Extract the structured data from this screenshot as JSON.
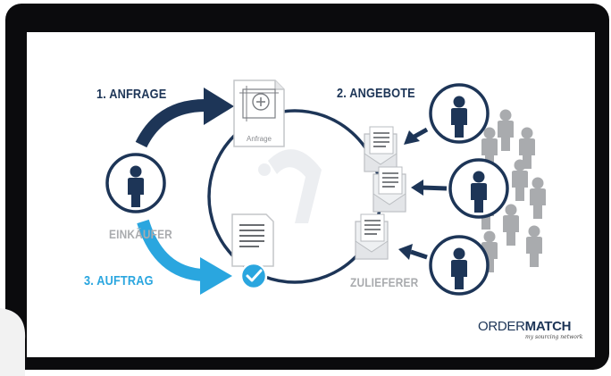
{
  "steps": {
    "step1": "1. ANFRAGE",
    "step2": "2. ANGEBOTE",
    "step3": "3. AUFTRAG"
  },
  "roles": {
    "buyer": "EINKÄUFER",
    "suppliers": "ZULIEFERER"
  },
  "document": {
    "request_caption": "Anfrage"
  },
  "brand": {
    "logo_light": "ORDER",
    "logo_bold": "MATCH",
    "tagline": "my sourcing network"
  },
  "colors": {
    "dark_blue": "#1d3557",
    "light_blue": "#2aa6df",
    "grey": "#a9abae"
  },
  "icons": [
    "person-icon",
    "document-plus-icon",
    "envelope-document-icon",
    "checkmark-icon",
    "arrow-icon"
  ]
}
